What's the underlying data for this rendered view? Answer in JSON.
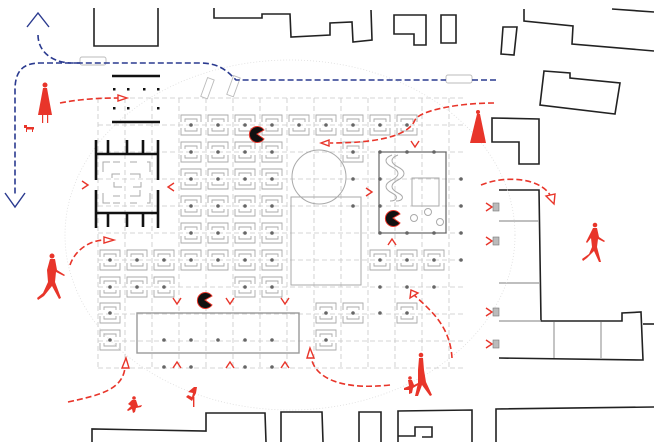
{
  "diagram": {
    "type": "urban site plan / circulation diagram",
    "colors": {
      "buildings": "#222222",
      "grid": "#c8c8c8",
      "pedestrian_flow": "#e8352a",
      "vehicle_flow": "#2a3a8f",
      "kiosks": "#aaaaaa"
    },
    "legend": [],
    "elements": {
      "vehicle_route": {
        "color": "#2a3a8f",
        "style": "dashed",
        "arrowheads": 2
      },
      "pedestrian_routes": {
        "color": "#e8352a",
        "style": "dashed",
        "count": 7
      },
      "entry_chevrons": {
        "color": "#e8352a",
        "count": 20
      },
      "human_figures": {
        "count": 9
      },
      "pacman_markers": {
        "count": 3
      },
      "kiosk_modules": {
        "count": 52
      },
      "circular_pavilion": 1,
      "rectangular_hall": 1,
      "long_pavilion": 1,
      "playground_block": 1,
      "maze_block": 1
    }
  }
}
